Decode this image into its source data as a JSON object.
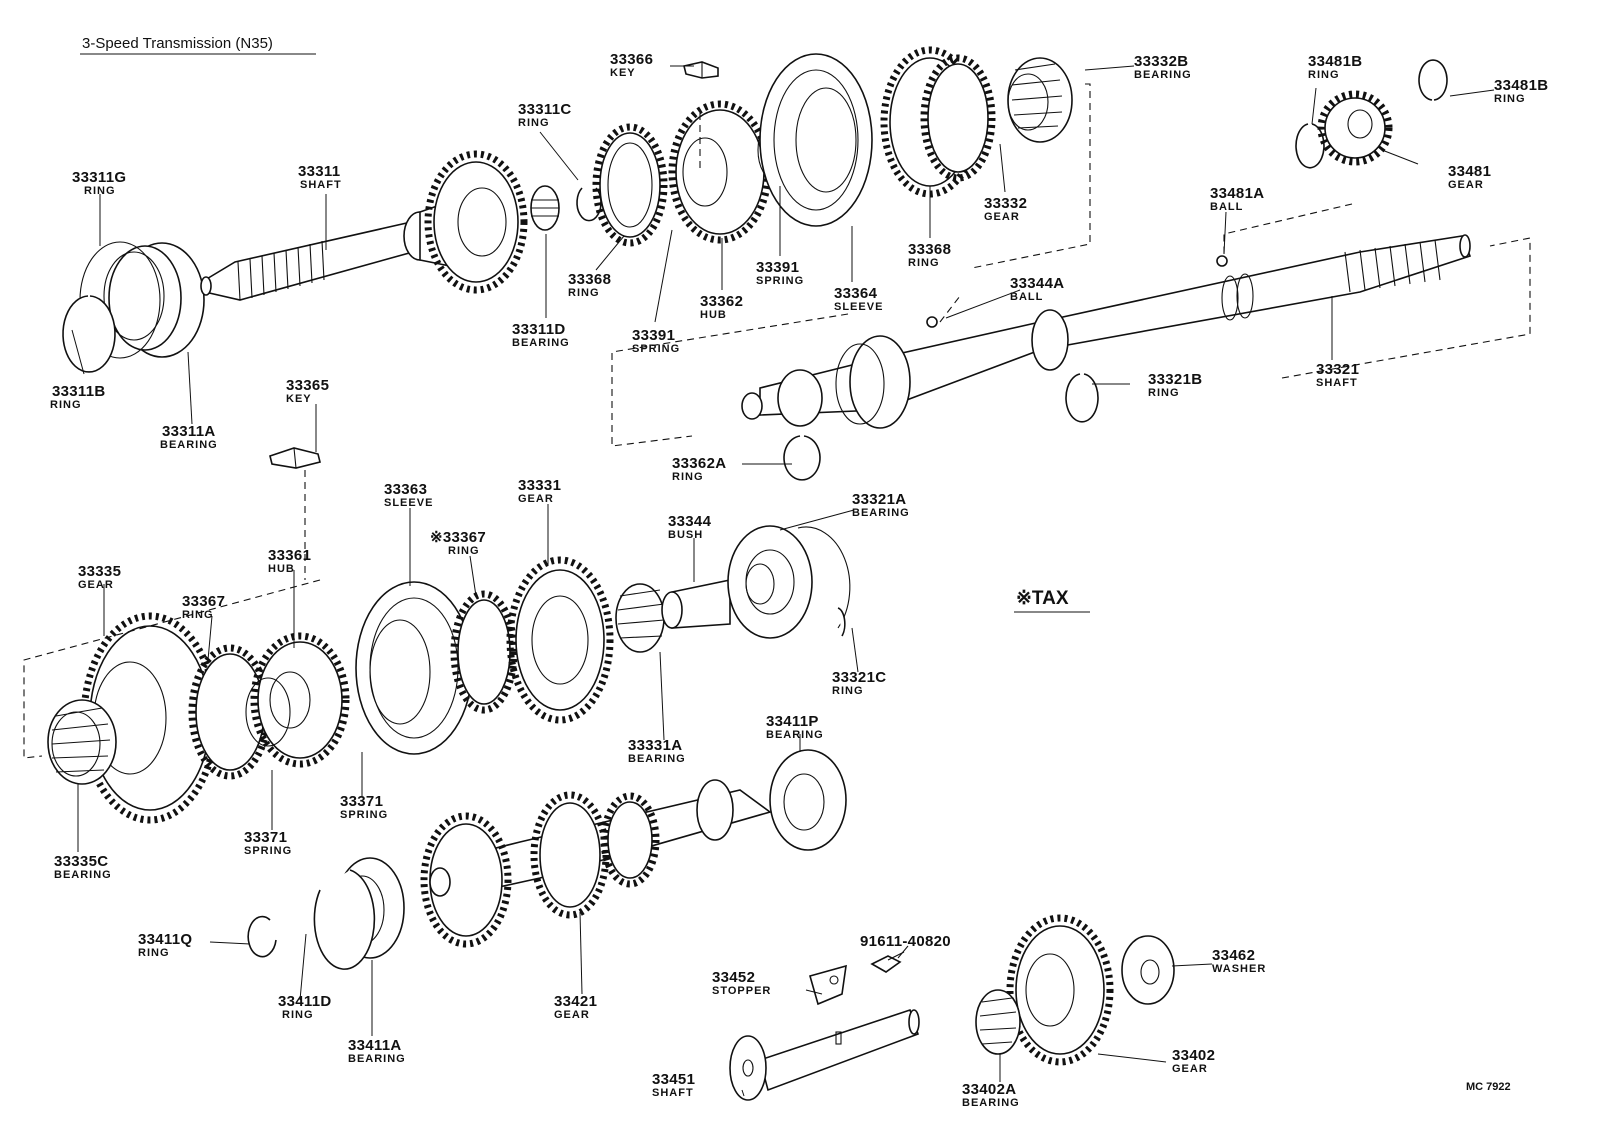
{
  "header": {
    "title": "3-Speed Transmission (N35)"
  },
  "legend": {
    "tax_label": "※TAX"
  },
  "footer": {
    "code": "MC 7922"
  },
  "parts": [
    {
      "id": "33311G",
      "number": "33311G",
      "name": "RING"
    },
    {
      "id": "33311",
      "number": "33311",
      "name": "SHAFT"
    },
    {
      "id": "33311B",
      "number": "33311B",
      "name": "RING"
    },
    {
      "id": "33311A",
      "number": "33311A",
      "name": "BEARING"
    },
    {
      "id": "33311C",
      "number": "33311C",
      "name": "RING"
    },
    {
      "id": "33311D",
      "number": "33311D",
      "name": "BEARING"
    },
    {
      "id": "33366",
      "number": "33366",
      "name": "KEY"
    },
    {
      "id": "33368a",
      "number": "33368",
      "name": "RING"
    },
    {
      "id": "33391a",
      "number": "33391",
      "name": "SPRING"
    },
    {
      "id": "33362",
      "number": "33362",
      "name": "HUB"
    },
    {
      "id": "33391b",
      "number": "33391",
      "name": "SPRING"
    },
    {
      "id": "33364",
      "number": "33364",
      "name": "SLEEVE"
    },
    {
      "id": "33368b",
      "number": "33368",
      "name": "RING"
    },
    {
      "id": "33332",
      "number": "33332",
      "name": "GEAR"
    },
    {
      "id": "33332B",
      "number": "33332B",
      "name": "BEARING"
    },
    {
      "id": "33481B_a",
      "number": "33481B",
      "name": "RING"
    },
    {
      "id": "33481B_b",
      "number": "33481B",
      "name": "RING"
    },
    {
      "id": "33481",
      "number": "33481",
      "name": "GEAR"
    },
    {
      "id": "33481A",
      "number": "33481A",
      "name": "BALL"
    },
    {
      "id": "33344A",
      "number": "33344A",
      "name": "BALL"
    },
    {
      "id": "33321B",
      "number": "33321B",
      "name": "RING"
    },
    {
      "id": "33321",
      "number": "33321",
      "name": "SHAFT"
    },
    {
      "id": "33362A",
      "number": "33362A",
      "name": "RING"
    },
    {
      "id": "33365",
      "number": "33365",
      "name": "KEY"
    },
    {
      "id": "33363",
      "number": "33363",
      "name": "SLEEVE"
    },
    {
      "id": "33331",
      "number": "33331",
      "name": "GEAR"
    },
    {
      "id": "33367a",
      "number": "※33367",
      "name": "RING"
    },
    {
      "id": "33344",
      "number": "33344",
      "name": "BUSH"
    },
    {
      "id": "33321A",
      "number": "33321A",
      "name": "BEARING"
    },
    {
      "id": "33335",
      "number": "33335",
      "name": "GEAR"
    },
    {
      "id": "33361",
      "number": "33361",
      "name": "HUB"
    },
    {
      "id": "33367b",
      "number": "33367",
      "name": "RING"
    },
    {
      "id": "33321C",
      "number": "33321C",
      "name": "RING"
    },
    {
      "id": "33331A",
      "number": "33331A",
      "name": "BEARING"
    },
    {
      "id": "33411P",
      "number": "33411P",
      "name": "BEARING"
    },
    {
      "id": "33371a",
      "number": "33371",
      "name": "SPRING"
    },
    {
      "id": "33371b",
      "number": "33371",
      "name": "SPRING"
    },
    {
      "id": "33335C",
      "number": "33335C",
      "name": "BEARING"
    },
    {
      "id": "33411Q",
      "number": "33411Q",
      "name": "RING"
    },
    {
      "id": "33411D",
      "number": "33411D",
      "name": "RING"
    },
    {
      "id": "33411A",
      "number": "33411A",
      "name": "BEARING"
    },
    {
      "id": "33421",
      "number": "33421",
      "name": "GEAR"
    },
    {
      "id": "91611",
      "number": "91611-40820",
      "name": ""
    },
    {
      "id": "33452",
      "number": "33452",
      "name": "STOPPER"
    },
    {
      "id": "33462",
      "number": "33462",
      "name": "WASHER"
    },
    {
      "id": "33451",
      "number": "33451",
      "name": "SHAFT"
    },
    {
      "id": "33402A",
      "number": "33402A",
      "name": "BEARING"
    },
    {
      "id": "33402",
      "number": "33402",
      "name": "GEAR"
    }
  ]
}
